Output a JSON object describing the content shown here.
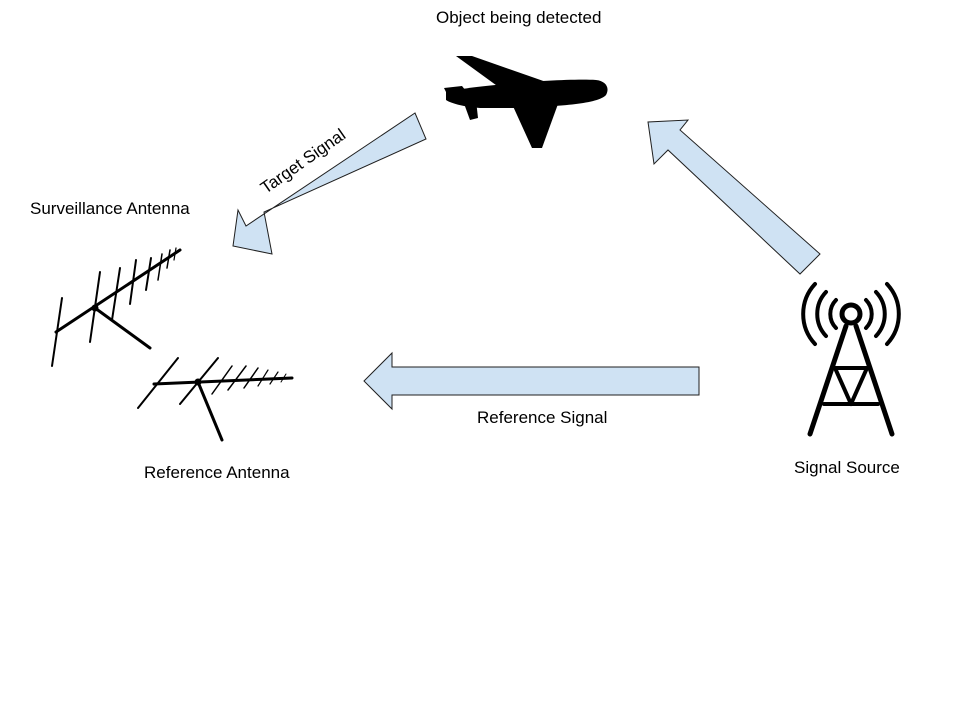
{
  "labels": {
    "object": "Object being detected",
    "surveillance_antenna": "Surveillance Antenna",
    "reference_antenna": "Reference Antenna",
    "signal_source": "Signal Source",
    "reference_signal": "Reference Signal",
    "target_signal": "Target Signal"
  },
  "colors": {
    "arrow_fill": "#cfe2f3",
    "arrow_stroke": "#1f1f1f",
    "ink": "#000000"
  },
  "icons": [
    "airplane-icon",
    "surveillance-antenna-icon",
    "reference-antenna-icon",
    "radio-tower-icon"
  ]
}
